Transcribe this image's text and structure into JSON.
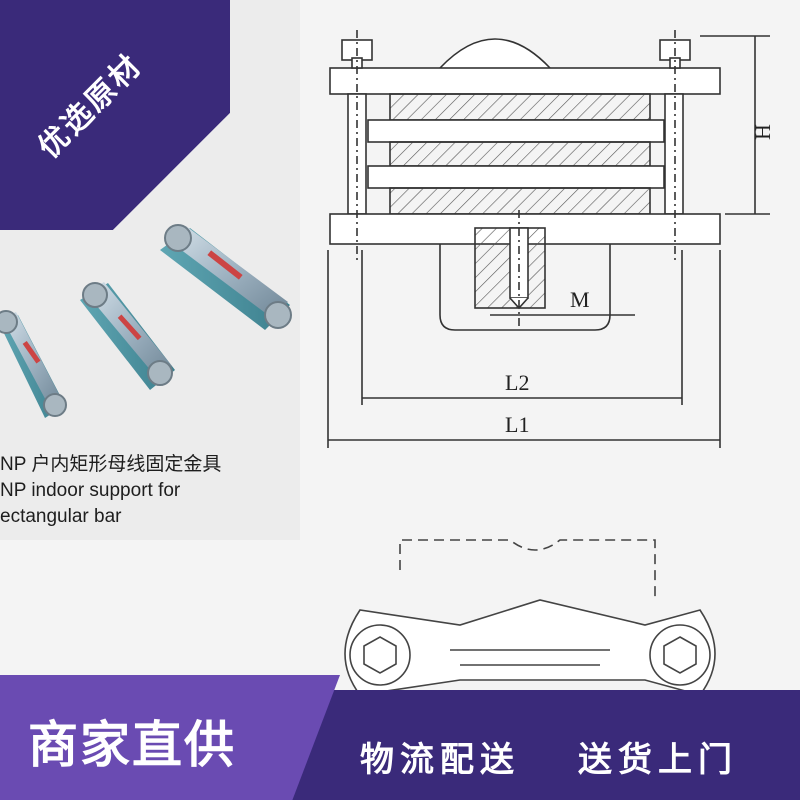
{
  "badge": {
    "text": "优选原材"
  },
  "caption": {
    "line1": "NP 户内矩形母线固定金具",
    "line2": "NP indoor support for",
    "line3": "ectangular bar"
  },
  "drawing_labels": {
    "h": "H",
    "m": "M",
    "l2": "L2",
    "l1": "L1"
  },
  "footer": {
    "main": "商家直供",
    "sub1": "物流配送",
    "sub2": "送货上门"
  },
  "colors": {
    "dark_purple": "#3a2a7a",
    "light_purple": "#6a4bb2"
  }
}
